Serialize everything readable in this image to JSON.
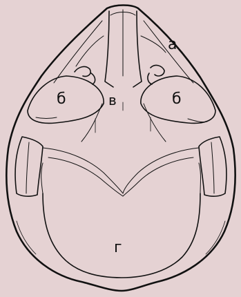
{
  "labels": {
    "a": "а",
    "b_left": "б",
    "b_right": "б",
    "v": "в",
    "g": "г"
  }
}
